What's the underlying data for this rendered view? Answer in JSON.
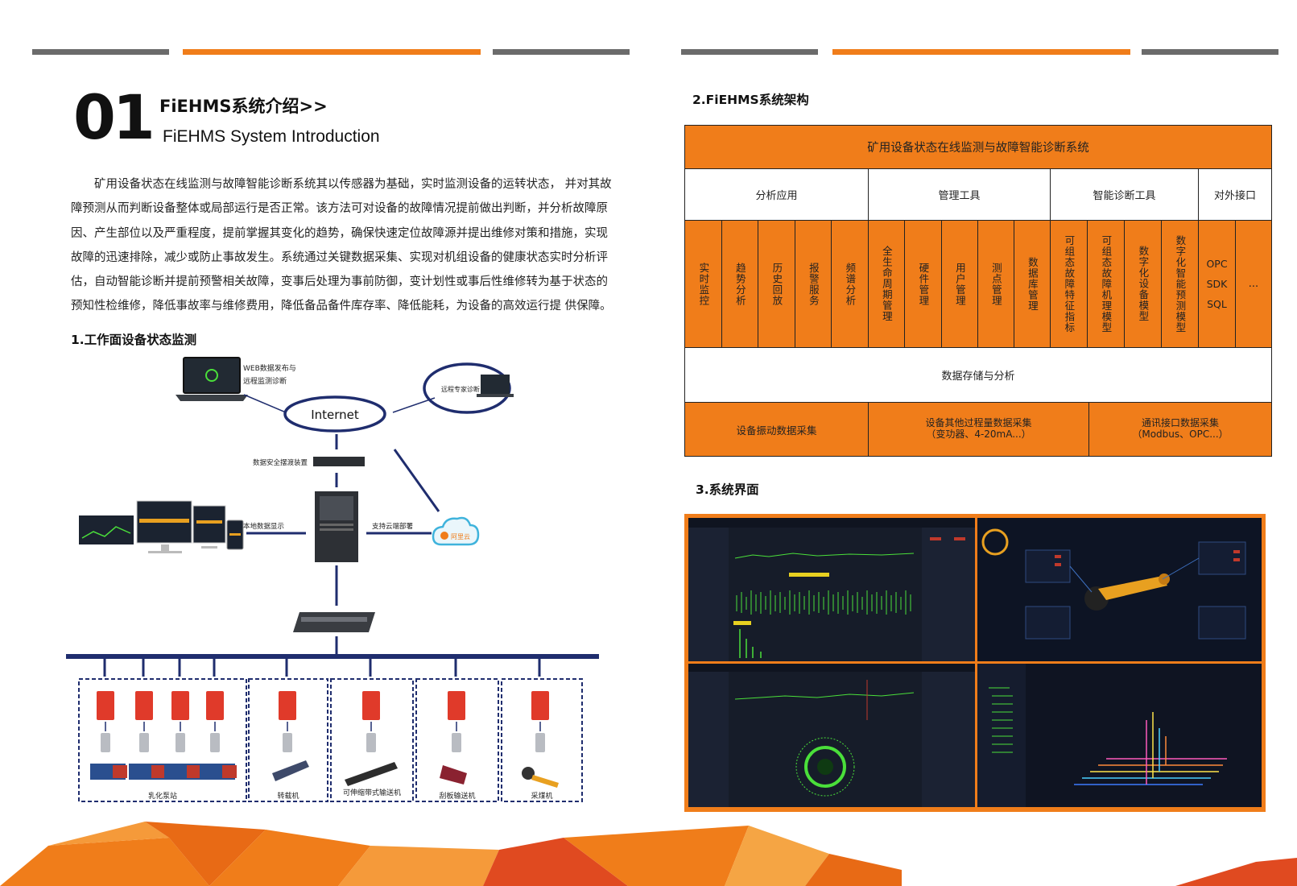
{
  "left": {
    "number": "01",
    "title_cn": "FiEHMS系统介绍>>",
    "title_en": "FiEHMS System Introduction",
    "intro_lines": [
      "矿用设备状态在线监测与故障智能诊断系统其以传感器为基础，实时监测设备的运转状态， 并对其故",
      "障预测从而判断设备整体或局部运行是否正常。该方法可对设备的故障情况提前做出判断，并分析故障原",
      "因、产生部位以及严重程度，提前掌握其变化的趋势，确保快速定位故障源并提出维修对策和措施，实现",
      "故障的迅速排除，减少或防止事故发生。系统通过关键数据采集、实现对机组设备的健康状态实时分析评",
      "估，自动智能诊断并提前预警相关故障，变事后处理为事前防御，变计划性或事后性维修转为基于状态的",
      "预知性检维修，降低事故率与维修费用，降低备品备件库存率、降低能耗，为设备的高效运行提 供保障。"
    ],
    "section1": "1.工作面设备状态监测",
    "diagram": {
      "web_label_1": "WEB数据发布与",
      "web_label_2": "远程监测诊断",
      "internet": "Internet",
      "remote_expert": "远程专家诊断",
      "security_device": "数据安全摆渡装置",
      "local_display": "本地数据显示",
      "cloud_deploy": "支持云端部署",
      "cloud_name": "阿里云",
      "groups": [
        "乳化泵站",
        "转载机",
        "可伸缩带式输送机",
        "刮板输送机",
        "采煤机"
      ]
    }
  },
  "right": {
    "section2": "2.FiEHMS系统架构",
    "arch": {
      "title": "矿用设备状态在线监测与故障智能诊断系统",
      "categories": [
        "分析应用",
        "管理工具",
        "智能诊断工具",
        "对外接口"
      ],
      "items": [
        "实时监控",
        "趋势分析",
        "历史回放",
        "报警服务",
        "频谱分析",
        "全生命周期管理",
        "硬件管理",
        "用户管理",
        "测点管理",
        "数据库管理",
        "可组态故障特征指标",
        "可组态故障机理模型",
        "数字化设备模型",
        "数字化智能预测模型"
      ],
      "interfaces": [
        "OPC",
        "SDK",
        "SQL"
      ],
      "more": "...",
      "storage": "数据存储与分析",
      "bottom": [
        "设备振动数据采集",
        "设备其他过程量数据采集",
        "（变功器、4-20mA...）",
        "通讯接口数据采集",
        "（Modbus、OPC...）"
      ]
    },
    "section3": "3.系统界面"
  },
  "colors": {
    "accent": "#f07d1a",
    "gray": "#6b6b6b",
    "navy": "#1f2d6e"
  }
}
